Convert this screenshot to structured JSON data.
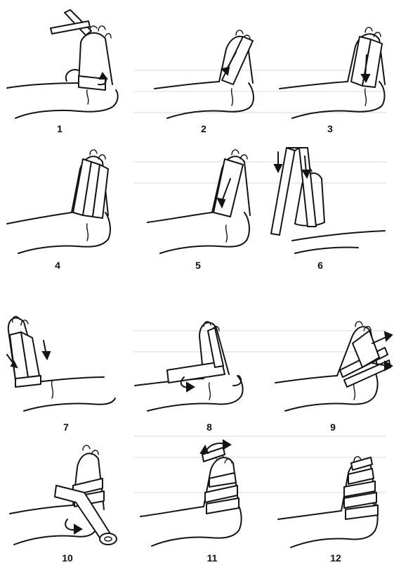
{
  "figure": {
    "panels": [
      {
        "id": "1",
        "label": "1"
      },
      {
        "id": "2",
        "label": "2"
      },
      {
        "id": "3",
        "label": "3"
      },
      {
        "id": "4",
        "label": "4"
      },
      {
        "id": "5",
        "label": "5"
      },
      {
        "id": "6",
        "label": "6"
      },
      {
        "id": "7",
        "label": "7"
      },
      {
        "id": "8",
        "label": "8"
      },
      {
        "id": "9",
        "label": "9"
      },
      {
        "id": "10",
        "label": "10"
      },
      {
        "id": "11",
        "label": "11"
      },
      {
        "id": "12",
        "label": "12"
      }
    ],
    "colors": {
      "ink": "#141414",
      "paper": "#ffffff"
    }
  }
}
